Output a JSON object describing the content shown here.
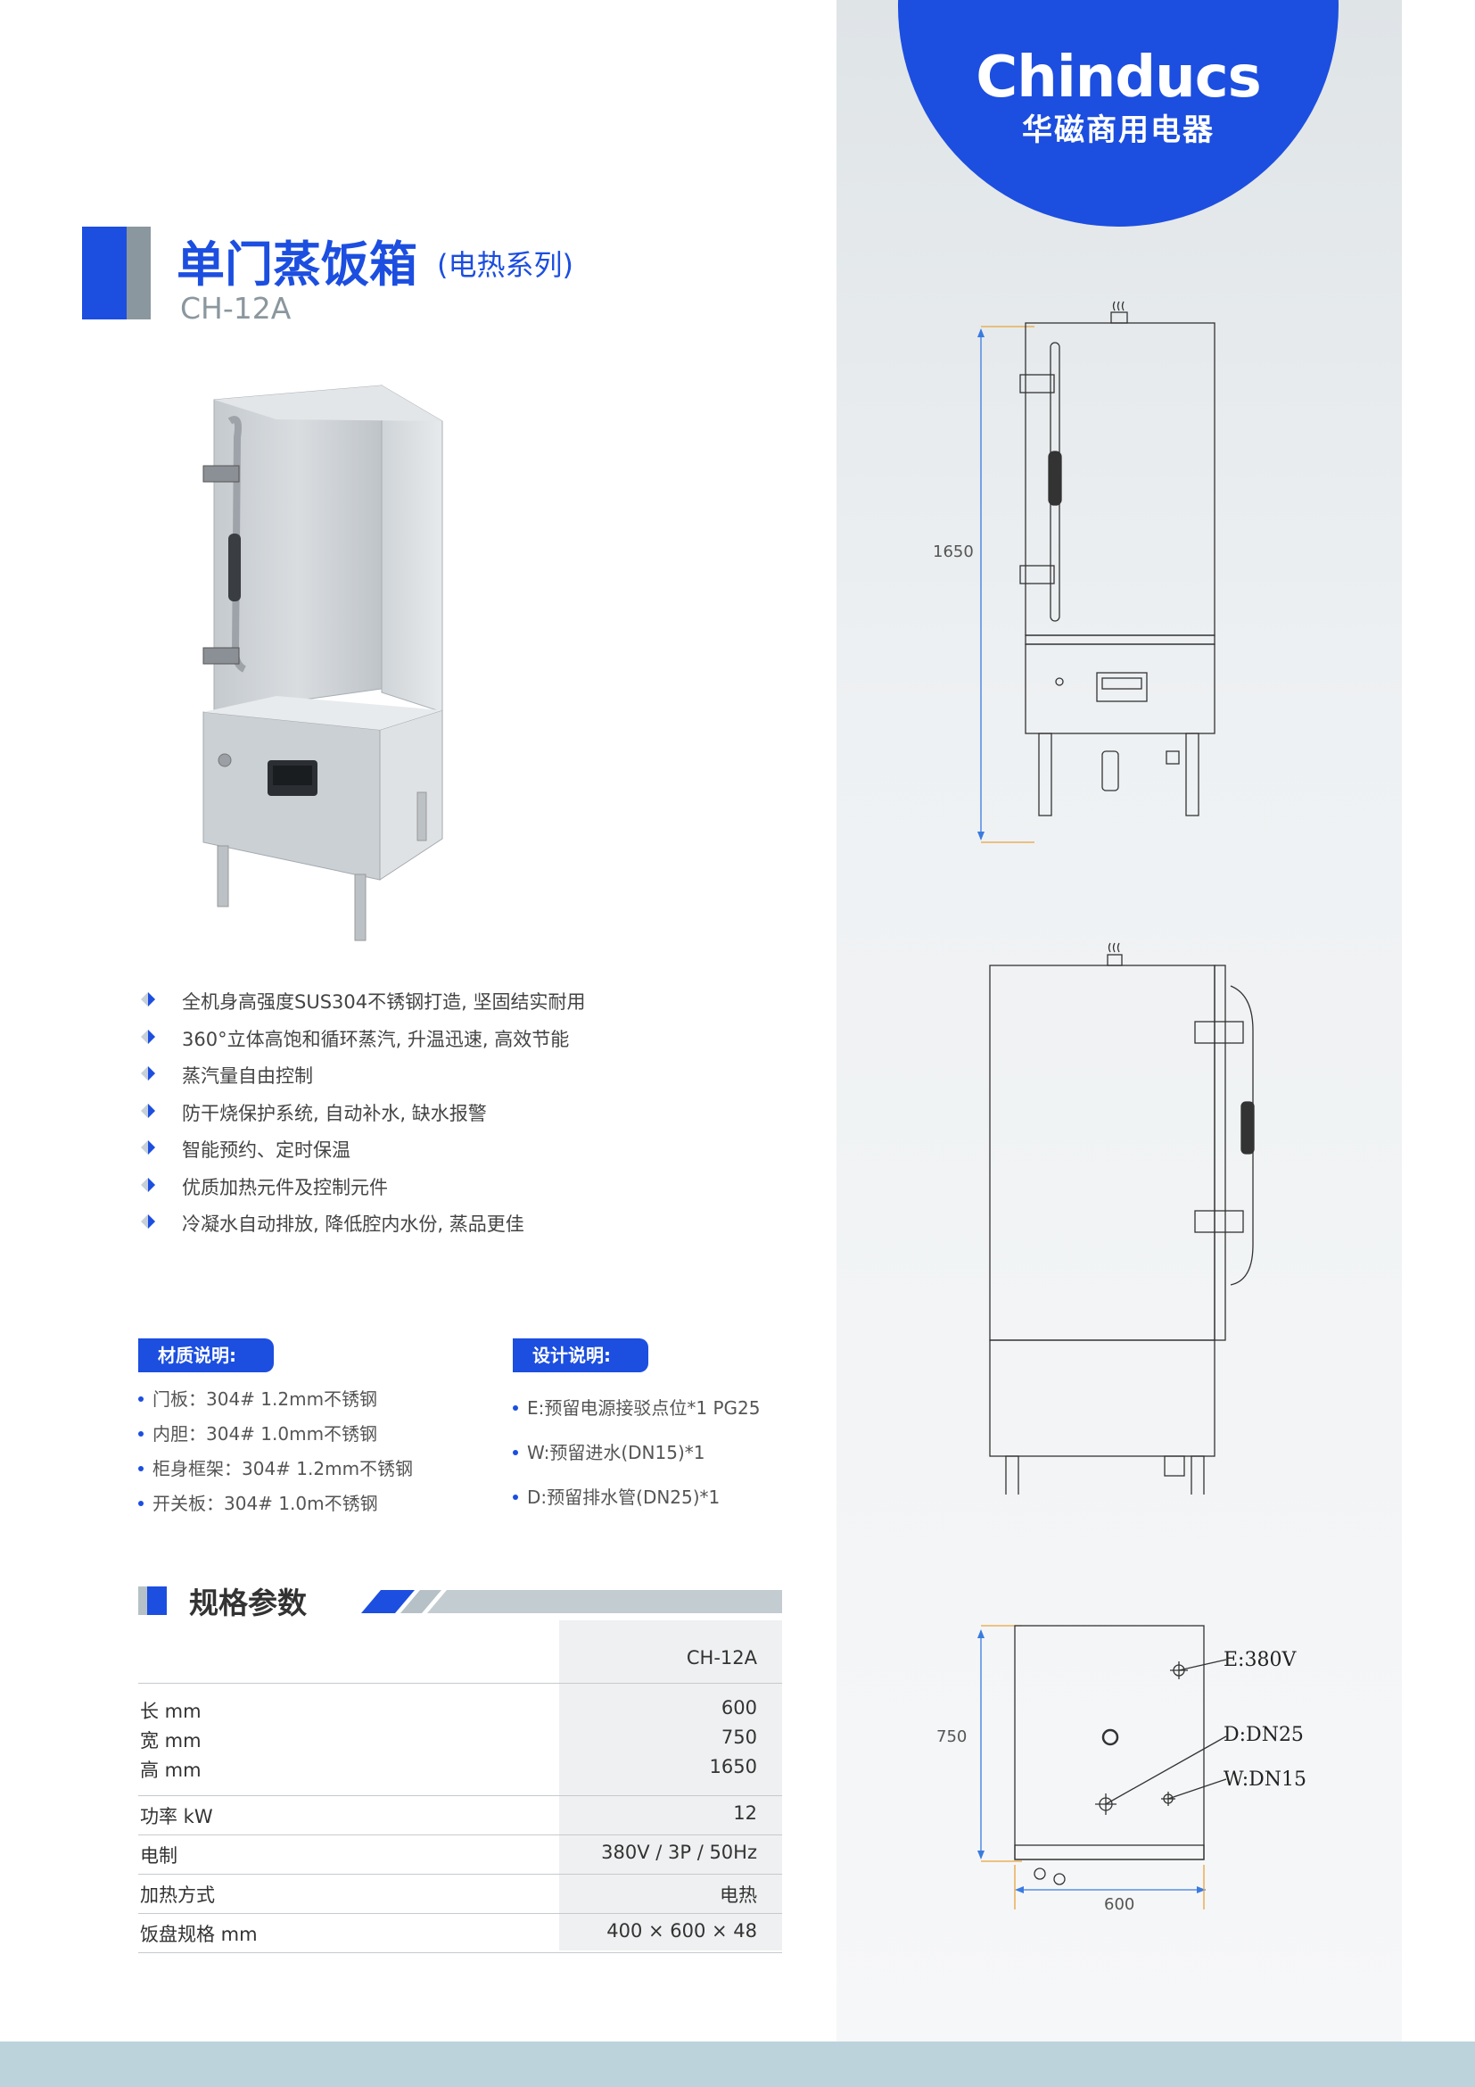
{
  "brand": {
    "name": "Chinducs",
    "subtitle": "华磁商用电器"
  },
  "product": {
    "title": "单门蒸饭箱",
    "series": "(电热系列)",
    "model": "CH-12A"
  },
  "features": [
    "全机身高强度SUS304不锈钢打造, 坚固结实耐用",
    "360°立体高饱和循环蒸汽, 升温迅速, 高效节能",
    "蒸汽量自由控制",
    "防干烧保护系统, 自动补水, 缺水报警",
    "智能预约、定时保温",
    "优质加热元件及控制元件",
    "冷凝水自动排放, 降低腔内水份, 蒸品更佳"
  ],
  "material": {
    "label": "材质说明:",
    "items": [
      "门板：304# 1.2mm不锈钢",
      "内胆：304# 1.0mm不锈钢",
      "柜身框架：304# 1.2mm不锈钢",
      "开关板：304# 1.0m不锈钢"
    ]
  },
  "design": {
    "label": "设计说明:",
    "items": [
      "E:预留电源接驳点位*1 PG25",
      "W:预留进水(DN15)*1",
      "D:预留排水管(DN25)*1"
    ]
  },
  "specs": {
    "title": "规格参数",
    "column": "CH-12A",
    "dims": [
      {
        "label": "长 mm",
        "value": "600"
      },
      {
        "label": "宽 mm",
        "value": "750"
      },
      {
        "label": "高 mm",
        "value": "1650"
      }
    ],
    "rows": [
      {
        "label": "功率 kW",
        "value": "12"
      },
      {
        "label": "电制",
        "value": "380V / 3P / 50Hz"
      },
      {
        "label": "加热方式",
        "value": "电热"
      },
      {
        "label": "饭盘规格 mm",
        "value": "400 × 600 × 48"
      }
    ]
  },
  "drawings": {
    "front_height": "1650",
    "top_depth": "750",
    "top_width": "600",
    "e_label": "E:380V",
    "d_label": "D:DN25",
    "w_label": "W:DN15"
  },
  "colors": {
    "accent": "#1c4ee0",
    "gray": "#8b979e",
    "footer": "#bcd3dc"
  }
}
